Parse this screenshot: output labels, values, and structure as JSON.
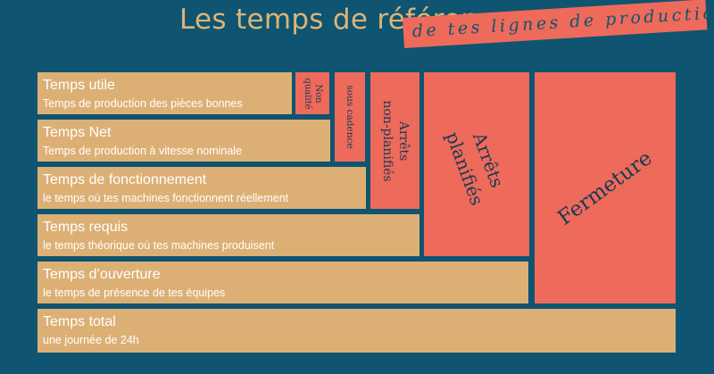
{
  "header": {
    "title": "Les temps de référence",
    "subtitle": "de tes lignes de production"
  },
  "bars": [
    {
      "name": "Temps utile",
      "desc": "Temps de production des pièces bonnes"
    },
    {
      "name": "Temps Net",
      "desc": "Temps de production à vitesse nominale"
    },
    {
      "name": "Temps de fonctionnement",
      "desc": "le temps où tes machines fonctionnent réellement"
    },
    {
      "name": "Temps requis",
      "desc": "le temps théorique où tes machines produisent"
    },
    {
      "name": "Temps d’ouverture",
      "desc": "le temps de présence de tes équipes"
    },
    {
      "name": "Temps total",
      "desc": "une journée de 24h"
    }
  ],
  "losses": {
    "non_qualite": {
      "line1": "Non",
      "line2": "qualité"
    },
    "sous_cadence": "sous cadence",
    "arrets_non_planifies": {
      "line1": "Arrêts",
      "line2": "non-planifiés"
    },
    "arrets_planifies": {
      "line1": "Arrêts",
      "line2": "planifiés"
    },
    "fermeture": "Fermeture"
  },
  "colors": {
    "background": "#0f5470",
    "bar": "#dcb075",
    "loss": "#ee6a5b",
    "title": "#dcb479"
  }
}
